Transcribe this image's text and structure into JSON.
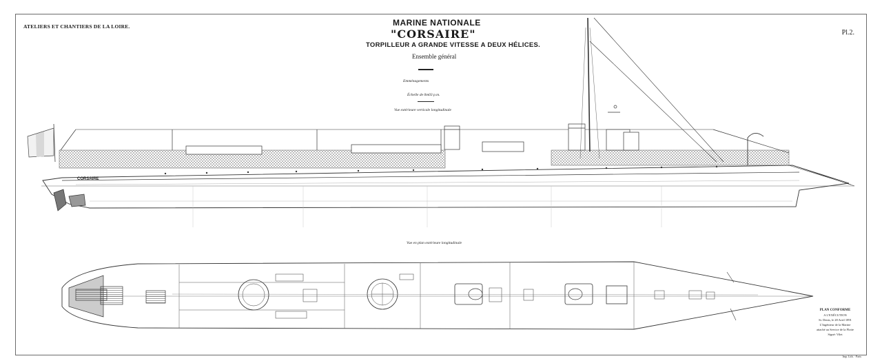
{
  "header": {
    "shipyard": "ATELIERS ET CHANTIERS DE LA LOIRE.",
    "plate": "Pl.2.",
    "navy": "MARINE NATIONALE",
    "ship_name": "\"CORSAIRE\"",
    "ship_type": "TORPILLEUR A GRANDE VITESSE A DEUX HÉLICES.",
    "drawing_set": "Ensemble général"
  },
  "captions": {
    "arrangement": "Emménagements",
    "scale": "Échelle de 0m03 p.m.",
    "profile_view": "Vue extérieure verticale longitudinale",
    "plan_view": "Vue en plan extérieure longitudinale"
  },
  "hull_marking": "CORSAIRE",
  "conformity": {
    "line1": "PLAN CONFORME",
    "line2": "A L'EXÉCUTION",
    "line3": "St. Denis, le 28 Avril 1891",
    "line4": "L'Ingénieur de la Marine",
    "line5": "attaché au Service de la Flotte",
    "line6": "Signé: Vilet"
  },
  "printer": "Imp. Lith. · Paris"
}
